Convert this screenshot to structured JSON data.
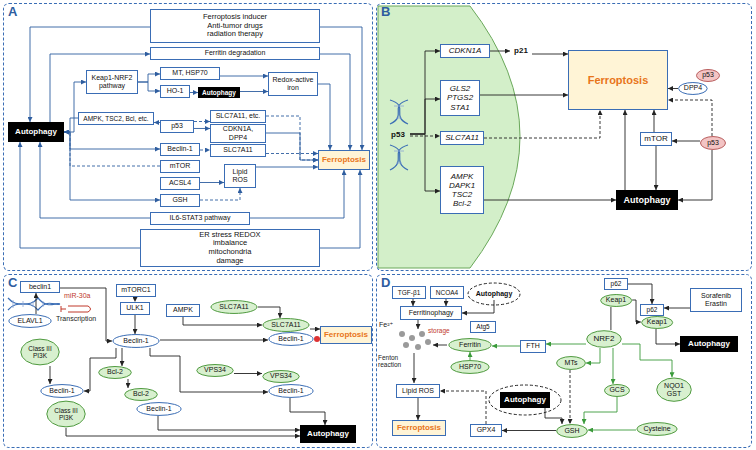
{
  "diagram": {
    "nodes": [
      {
        "text": [
          "A"
        ]
      },
      {
        "text": [
          "Ferroptosis inducer Anti-tumor drugs radiation therapy"
        ],
        "in": 0
      },
      {
        "text": [
          "Ferritin degradation"
        ],
        "in": 0
      },
      {
        "text": [
          "Keap1-NRF2 pathway"
        ],
        "in": 0
      },
      {
        "text": [
          "MT, HSP70"
        ],
        "in": 0
      },
      {
        "text": [
          "HO-1"
        ],
        "in": 0
      },
      {
        "text": [
          "Autophagy"
        ],
        "in": 0
      },
      {
        "text": [
          "Redox-active iron"
        ],
        "in": 0
      },
      {
        "text": [
          "Autophagy"
        ],
        "in": 0
      },
      {
        "text": [
          "AMPK, TSC2, Bcl, etc."
        ],
        "in": 0
      },
      {
        "text": [
          "p53"
        ],
        "in": 0
      },
      {
        "text": [
          "SLC7A11, etc."
        ],
        "in": 0
      },
      {
        "text": [
          "CDKN1A, DPP4"
        ],
        "in": 0
      },
      {
        "text": [
          "Beclin-1"
        ],
        "in": 0
      },
      {
        "text": [
          "SLC7A11"
        ],
        "in": 0
      },
      {
        "text": [
          "mTOR"
        ],
        "in": 0
      },
      {
        "text": [
          "Lipid ROS"
        ],
        "in": 0
      },
      {
        "text": [
          "ACSL4"
        ],
        "in": 0
      },
      {
        "text": [
          "GSH"
        ],
        "in": 0
      },
      {
        "text": [
          "IL6-STAT3 pathway"
        ],
        "in": 0
      },
      {
        "text": [
          "Ferroptosis"
        ],
        "in": 0
      },
      {
        "text": [
          "ER stress REDOX imbalance mitochondria damage"
        ],
        "in": 0
      },
      {
        "text": [
          "B"
        ]
      },
      {
        "text": [
          "p53"
        ],
        "in": 22
      },
      {
        "text": [
          "CDKN1A"
        ],
        "in": 22
      },
      {
        "text": [
          "p21"
        ],
        "in": 22
      },
      {
        "text": [
          "GLS2 PTGS2 STA1"
        ],
        "in": 22
      },
      {
        "text": [
          "SLC7A11"
        ],
        "in": 22
      },
      {
        "text": [
          "AMPK DAPK1 TSC2 Bcl-2"
        ],
        "in": 22
      },
      {
        "text": [
          "Ferroptosis"
        ],
        "in": 22
      },
      {
        "text": [
          "DPP4"
        ],
        "in": 22
      },
      {
        "text": [
          "p53"
        ],
        "in": 22
      },
      {
        "text": [
          "mTOR"
        ],
        "in": 22
      },
      {
        "text": [
          "p53"
        ],
        "in": 22
      },
      {
        "text": [
          "Autophagy"
        ],
        "in": 22
      },
      {
        "text": [
          "C"
        ]
      },
      {
        "text": [
          "beclin1"
        ],
        "in": 35
      },
      {
        "text": [
          "ELAVL1"
        ],
        "in": 35
      },
      {
        "text": [
          "Class III PI3K"
        ],
        "in": 35
      },
      {
        "text": [
          "Beclin-1"
        ],
        "in": 35
      },
      {
        "text": [
          "Class III PI3K"
        ],
        "in": 35
      },
      {
        "text": [
          "mTORC1"
        ],
        "in": 35
      },
      {
        "text": [
          "ULK1"
        ],
        "in": 35
      },
      {
        "text": [
          "AMPK"
        ],
        "in": 35
      },
      {
        "text": [
          "Beclin-1"
        ],
        "in": 35
      },
      {
        "text": [
          "Bcl-2"
        ],
        "in": 35
      },
      {
        "text": [
          "Bcl-2"
        ],
        "in": 35
      },
      {
        "text": [
          "Beclin-1"
        ],
        "in": 35
      },
      {
        "text": [
          "SLC7A11"
        ],
        "in": 35
      },
      {
        "text": [
          "SLC7A11"
        ],
        "in": 35
      },
      {
        "text": [
          "Beclin-1"
        ],
        "in": 35
      },
      {
        "text": [
          "VPS34"
        ],
        "in": 35
      },
      {
        "text": [
          "VPS34"
        ],
        "in": 35
      },
      {
        "text": [
          "Beclin-1"
        ],
        "in": 35
      },
      {
        "text": [
          "Ferroptosis"
        ],
        "in": 35
      },
      {
        "text": [
          "Autophagy"
        ],
        "in": 35
      },
      {
        "text": [
          "D"
        ]
      },
      {
        "text": [
          "TGF-β1"
        ],
        "in": 56
      },
      {
        "text": [
          "NCOA4"
        ],
        "in": 56
      },
      {
        "text": [
          "Ferritinophagy"
        ],
        "in": 56
      },
      {
        "text": [
          "Autophagy"
        ],
        "in": 56
      },
      {
        "text": [
          "Atg5"
        ],
        "in": 56
      },
      {
        "text": [
          "Ferritin"
        ],
        "in": 56
      },
      {
        "text": [
          "HSP70"
        ],
        "in": 56
      },
      {
        "text": [
          "FTH"
        ],
        "in": 56
      },
      {
        "text": [
          "Lipid ROS"
        ],
        "in": 56
      },
      {
        "text": [
          "Ferroptosis"
        ],
        "in": 56
      },
      {
        "text": [
          "MTs"
        ],
        "in": 56
      },
      {
        "text": [
          "Autophagy"
        ],
        "in": 56
      },
      {
        "text": [
          "GPX4"
        ],
        "in": 56
      },
      {
        "text": [
          "GSH"
        ],
        "in": 56
      },
      {
        "text": [
          "p62"
        ],
        "in": 56
      },
      {
        "text": [
          "Keap1"
        ],
        "in": 56
      },
      {
        "text": [
          "NRF2"
        ],
        "in": 56
      },
      {
        "text": [
          "p62"
        ],
        "in": 56
      },
      {
        "text": [
          "Keap1"
        ],
        "in": 56
      },
      {
        "text": [
          "Sorafenib Erastin"
        ],
        "in": 56
      },
      {
        "text": [
          "Autophagy"
        ],
        "in": 56
      },
      {
        "text": [
          "GCS"
        ],
        "in": 56
      },
      {
        "text": [
          "NQO1 GST"
        ],
        "in": 56
      },
      {
        "text": [
          "Cysteine"
        ],
        "in": 56
      }
    ],
    "edges": [
      {
        "from": 1,
        "to": 8,
        "arrow": "to"
      },
      {
        "from": 1,
        "to": 20,
        "arrow": "to"
      },
      {
        "from": 8,
        "to": 2,
        "arrow": "to"
      },
      {
        "from": 2,
        "to": 20,
        "arrow": "to"
      },
      {
        "from": 8,
        "to": 3,
        "arrow": "to"
      },
      {
        "from": 3,
        "to": 4,
        "arrow": "to"
      },
      {
        "from": 3,
        "to": 5,
        "arrow": "to"
      },
      {
        "from": 5,
        "to": 6,
        "arrow": "to"
      },
      {
        "from": 4,
        "to": 7,
        "arrow": "to"
      },
      {
        "from": 6,
        "to": 7,
        "arrow": "to"
      },
      {
        "from": 7,
        "to": 20,
        "arrow": "to"
      },
      {
        "from": 10,
        "to": 9,
        "arrow": "to"
      },
      {
        "from": 9,
        "to": 8,
        "arrow": "to"
      },
      {
        "from": 10,
        "to": 11,
        "arrow": "to"
      },
      {
        "from": 10,
        "to": 12,
        "arrow": "to"
      },
      {
        "from": 11,
        "to": 20,
        "arrow": "to"
      },
      {
        "from": 12,
        "to": 20,
        "arrow": "to"
      },
      {
        "from": 8,
        "to": 13,
        "arrow": "to"
      },
      {
        "from": 13,
        "to": 14,
        "arrow": "to"
      },
      {
        "from": 14,
        "to": 20,
        "arrow": "to"
      },
      {
        "from": 15,
        "to": 8,
        "arrow": "to"
      },
      {
        "from": 17,
        "to": 16,
        "arrow": "to"
      },
      {
        "from": 18,
        "to": 16,
        "arrow": "to"
      },
      {
        "from": 16,
        "to": 20,
        "arrow": "to"
      },
      {
        "from": 8,
        "to": 18,
        "arrow": "to"
      },
      {
        "from": 19,
        "to": 8,
        "arrow": "to"
      },
      {
        "from": 19,
        "to": 20,
        "arrow": "to"
      },
      {
        "from": 21,
        "to": 8,
        "arrow": "to"
      },
      {
        "from": 21,
        "to": 20,
        "arrow": "to"
      },
      {
        "from": 23,
        "to": 24,
        "arrow": "to"
      },
      {
        "from": 23,
        "to": 26,
        "arrow": "to"
      },
      {
        "from": 23,
        "to": 27,
        "arrow": "to"
      },
      {
        "from": 23,
        "to": 28,
        "arrow": "to"
      },
      {
        "from": 24,
        "to": 25,
        "arrow": "to"
      },
      {
        "from": 25,
        "to": 29,
        "arrow": "to"
      },
      {
        "from": 26,
        "to": 29,
        "arrow": "to"
      },
      {
        "from": 27,
        "to": 29,
        "arrow": "to"
      },
      {
        "from": 28,
        "to": 34,
        "arrow": "to"
      },
      {
        "from": 30,
        "to": 29,
        "arrow": "to"
      },
      {
        "from": 32,
        "to": 29,
        "arrow": "to"
      },
      {
        "from": 32,
        "to": 34,
        "arrow": "to"
      },
      {
        "from": 33,
        "to": 32,
        "arrow": "to"
      },
      {
        "from": 33,
        "to": 29,
        "arrow": "to"
      },
      {
        "from": 33,
        "to": 34,
        "arrow": "to"
      },
      {
        "from": 34,
        "to": 29,
        "arrow": "to"
      },
      {
        "from": 36,
        "to": 44,
        "arrow": "to"
      },
      {
        "from": 37,
        "to": 36,
        "arrow": "to"
      },
      {
        "from": 41,
        "to": 42,
        "arrow": "to"
      },
      {
        "from": 42,
        "to": 44,
        "arrow": "to"
      },
      {
        "from": 43,
        "to": 49,
        "arrow": "to"
      },
      {
        "from": 38,
        "to": 39,
        "arrow": "to"
      },
      {
        "from": 44,
        "to": 39,
        "arrow": "to"
      },
      {
        "from": 40,
        "to": 55,
        "arrow": "to"
      },
      {
        "from": 44,
        "to": 45,
        "arrow": "to"
      },
      {
        "from": 45,
        "to": 46,
        "arrow": "to"
      },
      {
        "from": 47,
        "to": 55,
        "arrow": "to"
      },
      {
        "from": 44,
        "to": 50,
        "arrow": "to"
      },
      {
        "from": 48,
        "to": 49,
        "arrow": "to"
      },
      {
        "from": 49,
        "to": 54,
        "arrow": "to"
      },
      {
        "from": 44,
        "to": 53,
        "arrow": "to"
      },
      {
        "from": 51,
        "to": 52,
        "arrow": "to"
      },
      {
        "from": 53,
        "to": 55,
        "arrow": "to"
      },
      {
        "from": 57,
        "to": 59,
        "arrow": "to"
      },
      {
        "from": 58,
        "to": 59,
        "arrow": "to"
      },
      {
        "from": 60,
        "to": 59,
        "arrow": "to"
      },
      {
        "from": 64,
        "to": 62,
        "arrow": "to"
      },
      {
        "from": 73,
        "to": 64,
        "arrow": "to"
      },
      {
        "from": 73,
        "to": 67,
        "arrow": "to"
      },
      {
        "from": 73,
        "to": 78,
        "arrow": "to"
      },
      {
        "from": 73,
        "to": 79,
        "arrow": "to"
      },
      {
        "from": 72,
        "to": 73,
        "arrow": "none"
      },
      {
        "from": 71,
        "to": 74,
        "arrow": "to"
      },
      {
        "from": 72,
        "to": 75,
        "arrow": "to"
      },
      {
        "from": 76,
        "to": 74,
        "arrow": "to"
      },
      {
        "from": 75,
        "to": 77,
        "arrow": "to"
      },
      {
        "from": 78,
        "to": 70,
        "arrow": "to"
      },
      {
        "from": 80,
        "to": 70,
        "arrow": "to"
      },
      {
        "from": 67,
        "to": 70,
        "arrow": "to"
      },
      {
        "from": 68,
        "to": 70,
        "arrow": "to"
      },
      {
        "from": 70,
        "to": 69,
        "arrow": "to"
      },
      {
        "from": 69,
        "to": 65,
        "arrow": "to"
      },
      {
        "from": 65,
        "to": 66,
        "arrow": "to"
      },
      {
        "from": 63,
        "to": 62,
        "arrow": "to"
      }
    ],
    "labels": [
      "miR-30a",
      "Transcription",
      "Fe²⁺",
      "storage",
      "Fenton reaction"
    ]
  }
}
